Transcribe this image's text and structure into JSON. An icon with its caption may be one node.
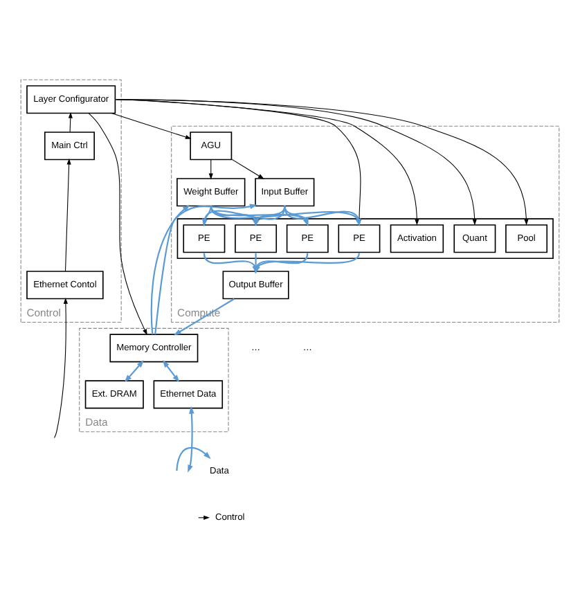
{
  "diagram": {
    "nodes": [
      {
        "text": [
          "Control"
        ]
      },
      {
        "text": [
          "Layer Configurator"
        ],
        "in": 0
      },
      {
        "text": [
          "Main Ctrl"
        ],
        "in": 0
      },
      {
        "text": [
          "Ethernet Contol"
        ],
        "in": 0
      },
      {
        "text": [
          "Compute"
        ]
      },
      {
        "text": [
          "Weight Buffer"
        ],
        "in": 4
      },
      {
        "text": [
          "AGU"
        ],
        "in": 4
      },
      {
        "text": [],
        "shape": "box",
        "in": 4
      },
      {
        "text": [
          "PE"
        ],
        "in": 7
      },
      {
        "text": [
          "PE"
        ],
        "in": 7
      },
      {
        "text": [
          "PE"
        ],
        "in": 7
      },
      {
        "text": [
          "PE"
        ],
        "in": 7
      },
      {
        "text": [
          "Quant"
        ],
        "in": 7
      },
      {
        "text": [
          "Pool"
        ],
        "in": 7
      },
      {
        "text": [
          "Activation"
        ],
        "in": 7
      },
      {
        "text": [
          "Output Buffer"
        ],
        "in": 4
      },
      {
        "text": [
          "Input Buffer"
        ],
        "in": 4
      },
      {
        "text": [
          "Data"
        ]
      },
      {
        "text": [
          "Memory Controller"
        ],
        "in": 17
      },
      {
        "text": [
          "Ethernet Data"
        ],
        "in": 17
      },
      {
        "text": [
          "Ext. DRAM"
        ],
        "in": 17
      }
    ],
    "edges": [
      {
        "from": null,
        "to": 3,
        "arrow": "to",
        "color": "#000000"
      },
      {
        "from": 3,
        "to": 2,
        "arrow": "to",
        "color": "#000000"
      },
      {
        "from": 2,
        "to": 1,
        "arrow": "to",
        "color": "#000000"
      },
      {
        "from": 1,
        "to": 8,
        "arrow": "to",
        "color": "#000000"
      },
      {
        "from": 1,
        "to": 12,
        "arrow": "to",
        "color": "#000000"
      },
      {
        "from": 1,
        "to": 13,
        "arrow": "to",
        "color": "#000000"
      },
      {
        "from": 1,
        "to": 14,
        "arrow": "to",
        "color": "#000000"
      },
      {
        "from": 1,
        "to": 6,
        "arrow": "to",
        "color": "#000000"
      },
      {
        "from": 1,
        "to": 18,
        "arrow": "to",
        "color": "#000000"
      },
      {
        "from": 6,
        "to": 5,
        "arrow": "to",
        "color": "#000000"
      },
      {
        "from": 6,
        "to": 16,
        "arrow": "to",
        "color": "#000000"
      },
      {
        "from": 18,
        "to": 5,
        "arrow": "to"
      },
      {
        "from": 5,
        "to": 8,
        "arrow": "to"
      },
      {
        "from": 5,
        "to": 9,
        "arrow": "to"
      },
      {
        "from": 5,
        "to": 10,
        "arrow": "to"
      },
      {
        "from": 5,
        "to": 11,
        "arrow": "to"
      },
      {
        "from": 16,
        "to": 8,
        "arrow": "to"
      },
      {
        "from": 16,
        "to": 9,
        "arrow": "to"
      },
      {
        "from": 16,
        "to": 10,
        "arrow": "to"
      },
      {
        "from": 16,
        "to": 11,
        "arrow": "to"
      },
      {
        "from": 8,
        "to": 15,
        "arrow": "to"
      },
      {
        "from": 9,
        "to": 15,
        "arrow": "to"
      },
      {
        "from": 10,
        "to": 15,
        "arrow": "to"
      },
      {
        "from": 11,
        "to": 15,
        "arrow": "to"
      },
      {
        "from": 18,
        "to": 16,
        "arrow": "to"
      },
      {
        "from": 15,
        "to": 18,
        "arrow": "to"
      },
      {
        "from": 18,
        "to": 19,
        "arrow": "both"
      },
      {
        "from": 18,
        "to": 20,
        "arrow": "both"
      },
      {
        "from": 19,
        "to": null,
        "arrow": "both"
      }
    ],
    "labels": [
      "…",
      "…"
    ],
    "legend": [
      {
        "text": "Data"
      },
      {
        "text": "Control"
      }
    ]
  }
}
